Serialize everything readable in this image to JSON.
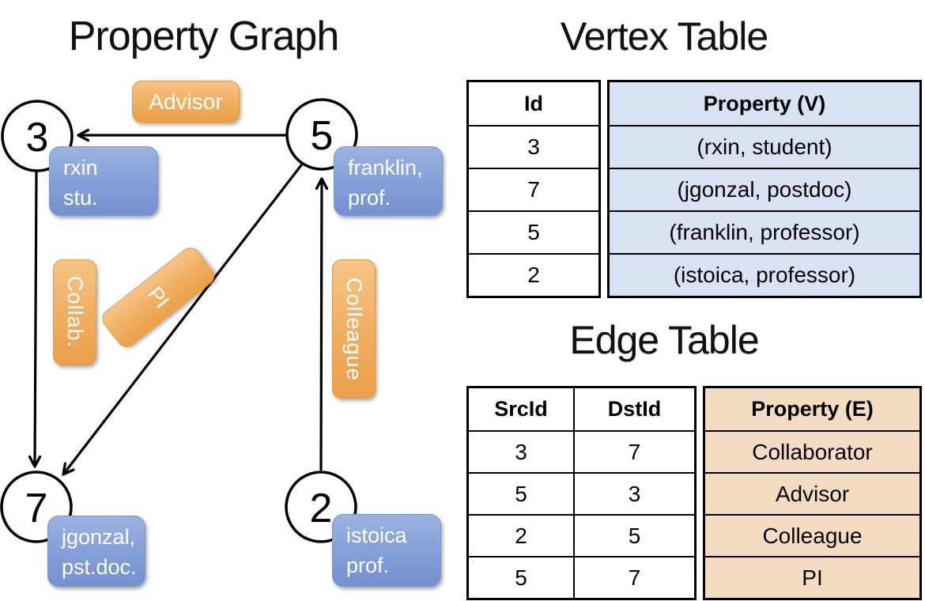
{
  "graph": {
    "title": "Property Graph",
    "nodes": [
      {
        "id": "3",
        "box": [
          "rxin",
          "stu."
        ]
      },
      {
        "id": "5",
        "box": [
          "franklin,",
          "prof."
        ]
      },
      {
        "id": "7",
        "box": [
          "jgonzal,",
          "pst.doc."
        ]
      },
      {
        "id": "2",
        "box": [
          "istoica",
          "prof."
        ]
      }
    ],
    "edge_labels": [
      {
        "name": "advisor",
        "text": "Advisor"
      },
      {
        "name": "collab",
        "text": "Collab."
      },
      {
        "name": "pi",
        "text": "PI"
      },
      {
        "name": "colleague",
        "text": "Colleague"
      }
    ]
  },
  "vertex_table": {
    "title": "Vertex Table",
    "id_header": "Id",
    "property_header": "Property (V)",
    "rows": [
      {
        "id": "3",
        "property": "(rxin, student)"
      },
      {
        "id": "7",
        "property": "(jgonzal, postdoc)"
      },
      {
        "id": "5",
        "property": "(franklin, professor)"
      },
      {
        "id": "2",
        "property": "(istoica, professor)"
      }
    ]
  },
  "edge_table": {
    "title": "Edge Table",
    "src_header": "SrcId",
    "dst_header": "DstId",
    "property_header": "Property (E)",
    "rows": [
      {
        "src": "3",
        "dst": "7",
        "property": "Collaborator"
      },
      {
        "src": "5",
        "dst": "3",
        "property": "Advisor"
      },
      {
        "src": "2",
        "dst": "5",
        "property": "Colleague"
      },
      {
        "src": "5",
        "dst": "7",
        "property": "PI"
      }
    ]
  },
  "colors": {
    "node_box_blue_top": "#9db2e1",
    "node_box_blue_bottom": "#7491cf",
    "edge_box_orange_top": "#f5c487",
    "edge_box_orange_bottom": "#eb9f49",
    "vertex_property_fill": "#d9e2f3",
    "edge_property_fill": "#f4dcc2",
    "line_color": "#000000"
  }
}
